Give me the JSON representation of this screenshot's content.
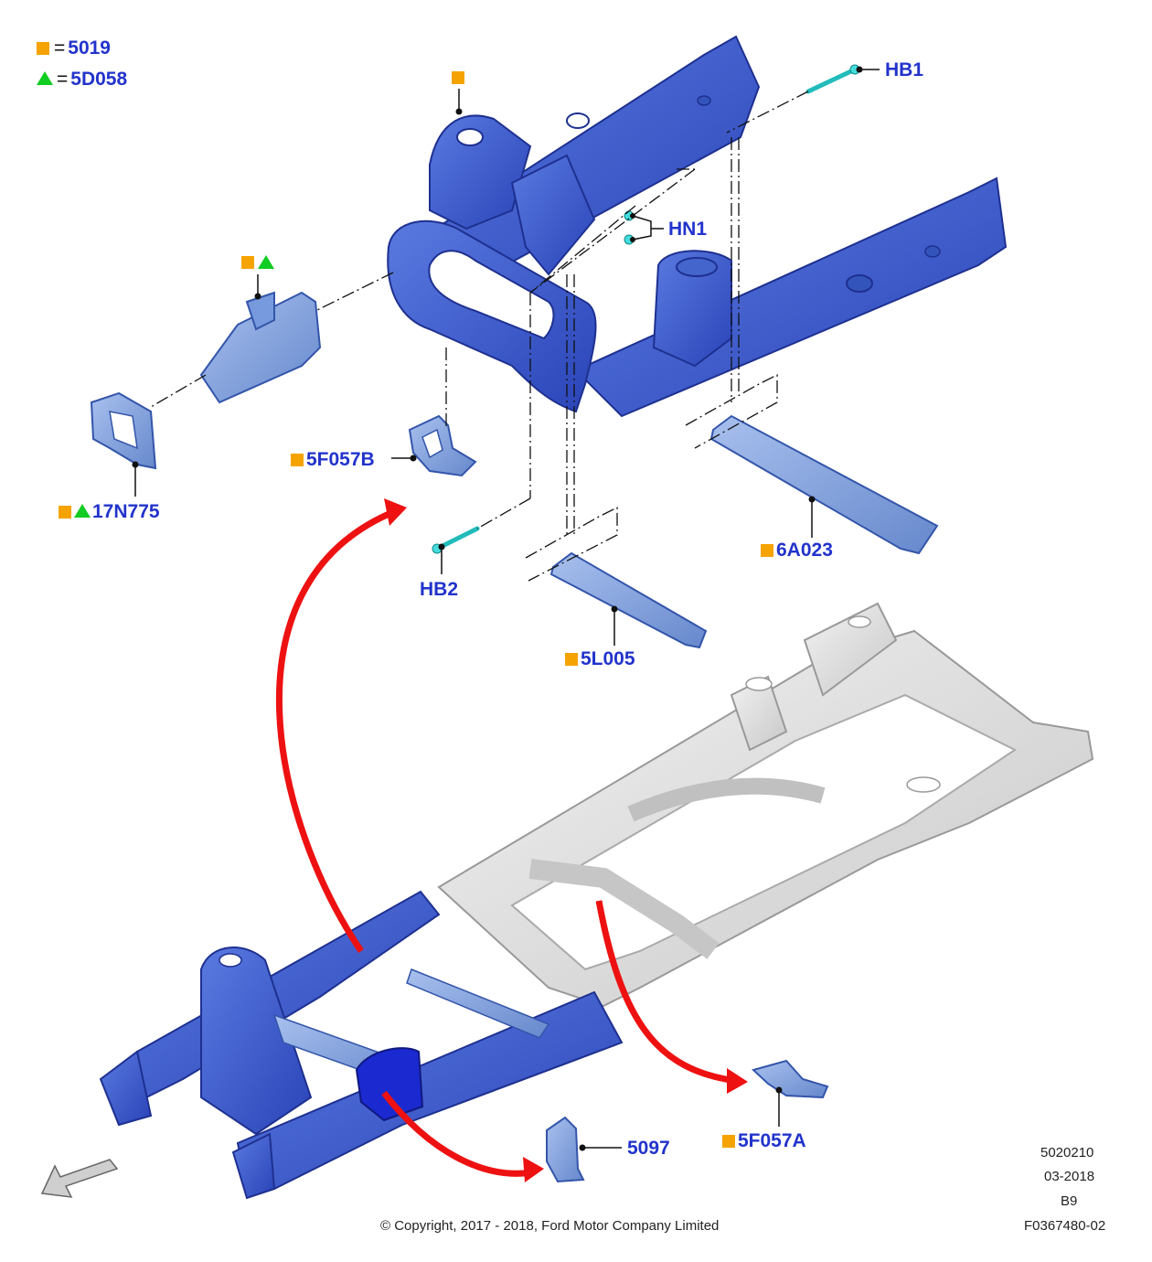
{
  "legend": {
    "square_color": "#f5a300",
    "triangle_color": "#11cc22",
    "square_code": "5019",
    "triangle_code": "5D058",
    "equals": "="
  },
  "colors": {
    "callout_text": "#2233cc",
    "frame_blue": "#3355cc",
    "frame_light_blue": "#7799dd",
    "frame_grey": "#dcdcdc",
    "fastener_cyan": "#33cccc",
    "arrow_red": "#ee1111"
  },
  "callouts": {
    "hb1": "HB1",
    "hn1": "HN1",
    "p17n775": "17N775",
    "p5f057b": "5F057B",
    "hb2": "HB2",
    "p6a023": "6A023",
    "p5l005": "5L005",
    "p5097": "5097",
    "p5f057a": "5F057A"
  },
  "meta": {
    "code": "5020210",
    "date": "03-2018",
    "rev": "B9",
    "figure": "F0367480-02"
  },
  "copyright": "© Copyright, 2017 - 2018, Ford Motor Company Limited",
  "icons": [
    "front-direction-arrow-icon",
    "legend-square-icon",
    "legend-triangle-icon"
  ]
}
